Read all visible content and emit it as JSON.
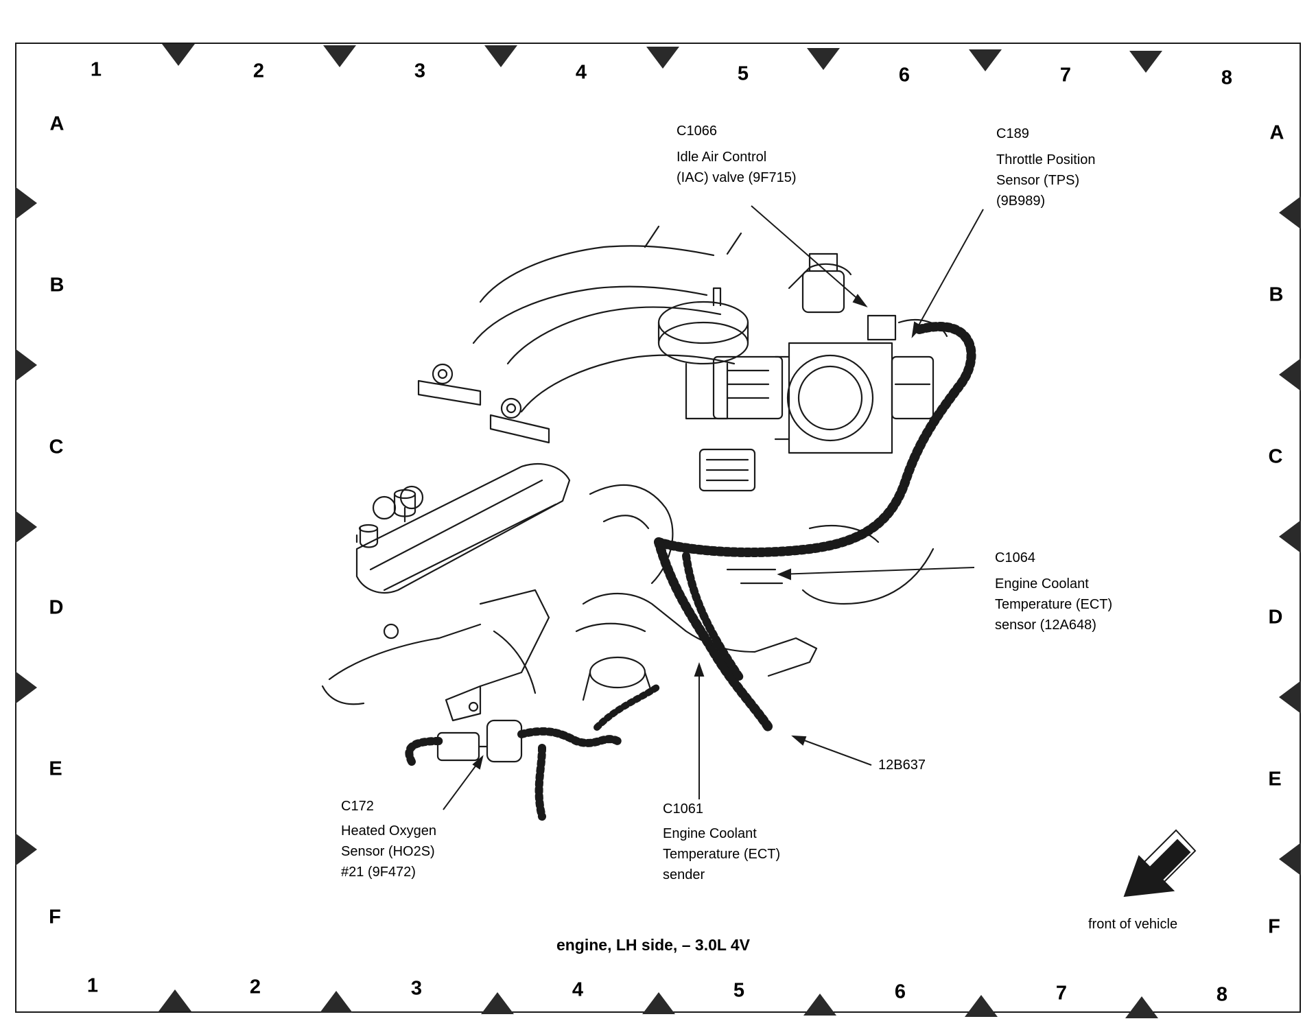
{
  "grid": {
    "columns": [
      "1",
      "2",
      "3",
      "4",
      "5",
      "6",
      "7",
      "8"
    ],
    "rows": [
      "A",
      "B",
      "C",
      "D",
      "E",
      "F"
    ]
  },
  "callouts": {
    "c1066": {
      "code": "C1066",
      "lines": [
        "Idle Air Control",
        "(IAC) valve (9F715)"
      ]
    },
    "c189": {
      "code": "C189",
      "lines": [
        "Throttle Position",
        "Sensor (TPS)",
        "(9B989)"
      ]
    },
    "c1064": {
      "code": "C1064",
      "lines": [
        "Engine Coolant",
        "Temperature (ECT)",
        "sensor (12A648)"
      ]
    },
    "c172": {
      "code": "C172",
      "lines": [
        "Heated Oxygen",
        "Sensor (HO2S)",
        "#21 (9F472)"
      ]
    },
    "c1061": {
      "code": "C1061",
      "lines": [
        "Engine Coolant",
        "Temperature (ECT)",
        "sender"
      ]
    },
    "harness": {
      "code": "12B637"
    }
  },
  "caption": "engine, LH side, – 3.0L 4V",
  "front_label": "front of vehicle",
  "colors": {
    "ink": "#1a1a1a",
    "marker": "#2a2a2a",
    "paper": "#ffffff"
  }
}
